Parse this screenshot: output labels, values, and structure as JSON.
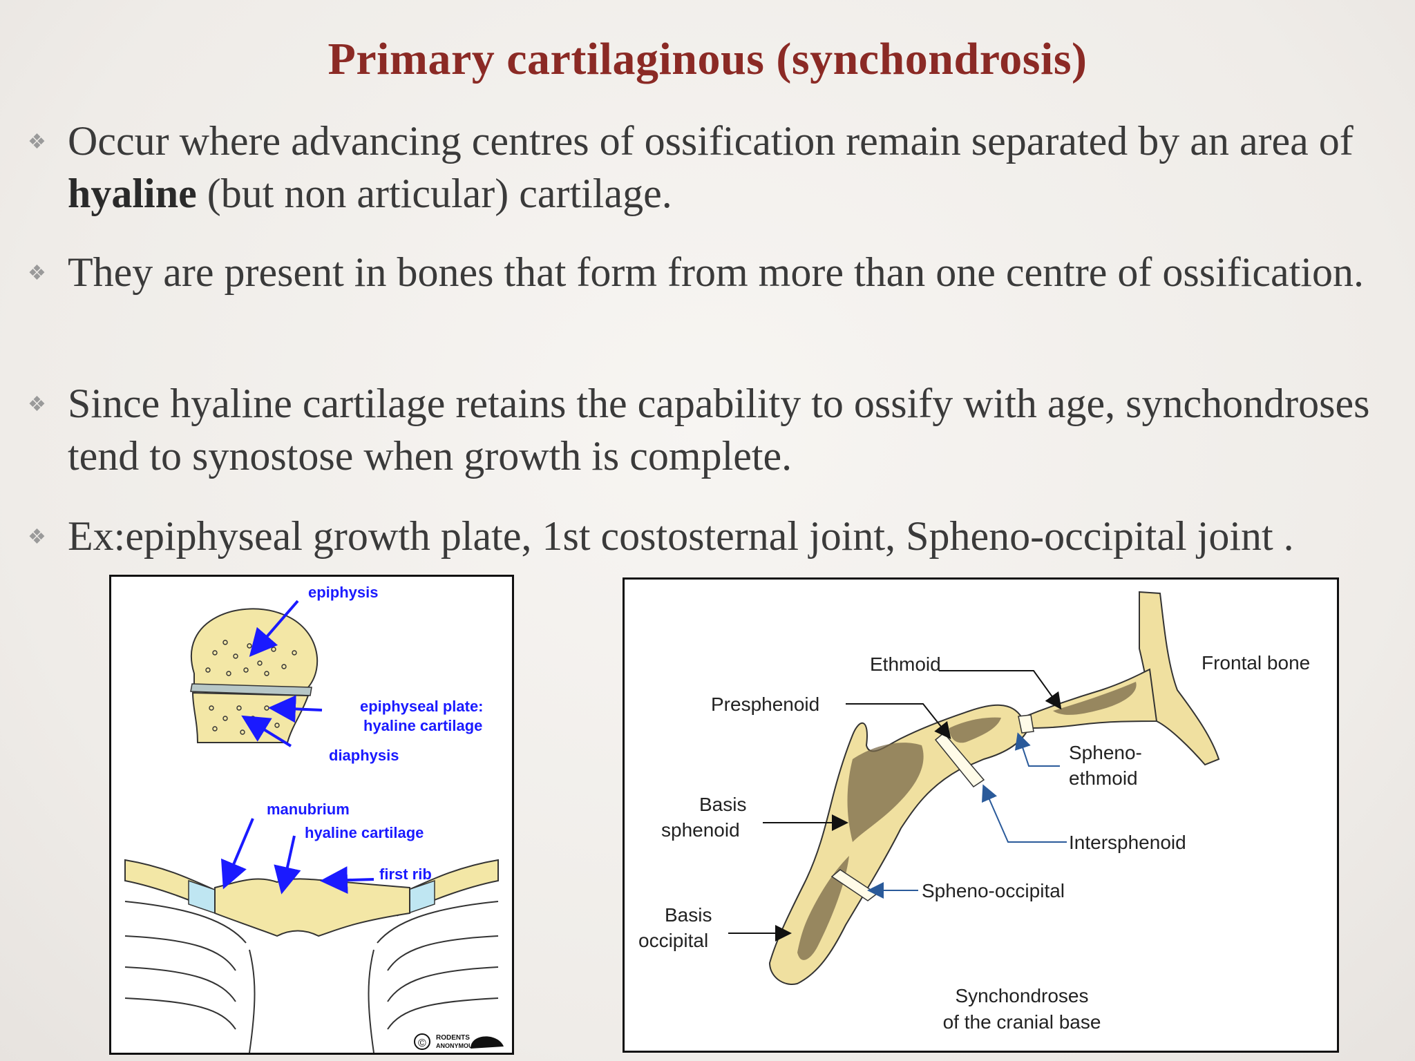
{
  "title": "Primary cartilaginous (synchondrosis)",
  "bullets": [
    {
      "pre": "Occur where advancing centres of ossification remain separated by an area of ",
      "bold": "hyaline",
      "post": " (but non articular) cartilage."
    },
    {
      "text": "They are present in bones that form from more than one centre of ossification."
    },
    {
      "text": "Since hyaline cartilage retains the capability to ossify with age, synchondroses tend to synostose when growth is complete."
    },
    {
      "text": "Ex:epiphyseal growth plate, 1st costosternal joint, Spheno-occipital joint ."
    }
  ],
  "bullet_glyph": "❖",
  "figure1": {
    "labels": {
      "epiphysis": "epiphysis",
      "epiphyseal_plate_1": "epiphyseal plate:",
      "epiphyseal_plate_2": "hyaline cartilage",
      "diaphysis": "diaphysis",
      "manubrium": "manubrium",
      "hyaline_cartilage": "hyaline cartilage",
      "first_rib": "first rib",
      "credit_1": "RODENTS",
      "credit_2": "ANONYMOUSE",
      "copyright": "©"
    },
    "label_color": "#1a1aff",
    "bone_color": "#f3e7a6"
  },
  "figure2": {
    "labels": {
      "ethmoid": "Ethmoid",
      "frontal_bone": "Frontal bone",
      "presphenoid": "Presphenoid",
      "spheno_ethmoid_1": "Spheno-",
      "spheno_ethmoid_2": "ethmoid",
      "basis_sphenoid_1": "Basis",
      "basis_sphenoid_2": "sphenoid",
      "intersphenoid": "Intersphenoid",
      "spheno_occipital": "Spheno-occipital",
      "basis_occipital_1": "Basis",
      "basis_occipital_2": "occipital",
      "caption_1": "Synchondroses",
      "caption_2": "of the cranial base"
    },
    "bone_color": "#f0e0a0",
    "arrow_color": "#2a5a9a"
  }
}
